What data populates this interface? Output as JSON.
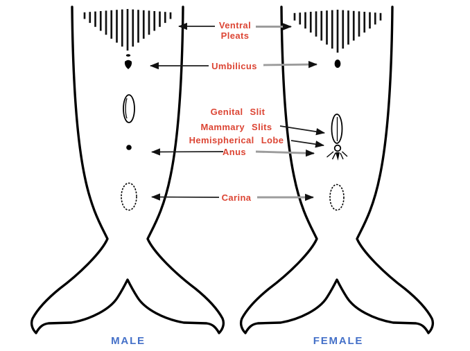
{
  "labels": {
    "ventral_pleats_line1": "Ventral",
    "ventral_pleats_line2": "Pleats",
    "umbilicus": "Umbilicus",
    "genital_slit": "Genital Slit",
    "mammary_slits": "Mammary Slits",
    "hemispherical_lobe": "Hemispherical Lobe",
    "anus": "Anus",
    "carina": "Carina"
  },
  "captions": {
    "male": "MALE",
    "female": "FEMALE"
  },
  "colors": {
    "label_red": "#dc4534",
    "caption_blue": "#4470c8",
    "outline_black": "#000000",
    "arrow_shaft_gray": "#9c9c9c",
    "arrow_head_black": "#111111"
  },
  "features": {
    "male": [
      "ventral-pleats",
      "umbilicus-dot",
      "genital-slit-oval",
      "anus-dot",
      "carina-oval"
    ],
    "female": [
      "ventral-pleats",
      "umbilicus-dot",
      "genital-slit-oval",
      "mammary-slits",
      "hemispherical-lobe-circle",
      "anus-rays",
      "carina-oval"
    ]
  }
}
